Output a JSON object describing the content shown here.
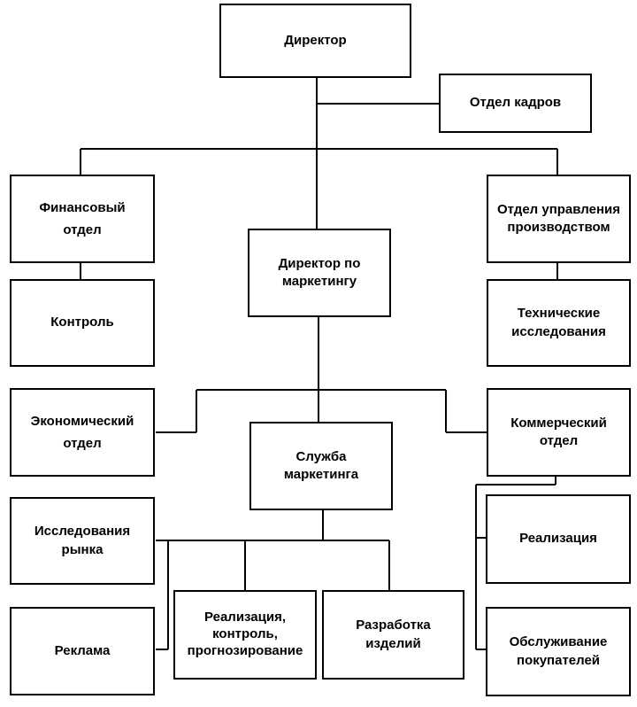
{
  "nodes": {
    "director": [
      "Директор"
    ],
    "hr": [
      "Отдел кадров"
    ],
    "finance": [
      "Финансовый",
      "отдел"
    ],
    "production": [
      "Отдел управления",
      "производством"
    ],
    "marketing_director": [
      "Директор по",
      "маркетингу"
    ],
    "control": [
      "Контроль"
    ],
    "tech_research": [
      "Технические",
      "исследования"
    ],
    "economic": [
      "Экономический",
      "отдел"
    ],
    "commercial": [
      "Коммерческий",
      "отдел"
    ],
    "marketing_service": [
      "Служба",
      "маркетинга"
    ],
    "market_research": [
      "Исследования",
      "рынка"
    ],
    "sales": [
      "Реализация"
    ],
    "advertising": [
      "Реклама"
    ],
    "sales_control_forecast": [
      "Реализация,",
      "контроль,",
      "прогнозирование"
    ],
    "product_development": [
      "Разработка",
      "изделий"
    ],
    "customer_service": [
      "Обслуживание",
      "покупателей"
    ]
  }
}
